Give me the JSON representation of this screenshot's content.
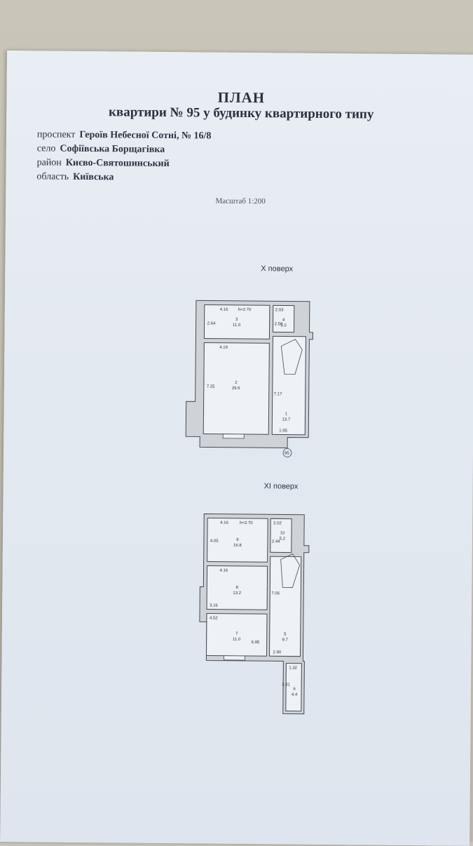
{
  "title": "ПЛАН",
  "subtitle": "квартири № 95 у будинку квартирного типу",
  "address": [
    {
      "label": "проспект",
      "value": "Героїв Небесної Сотні,  № 16/8"
    },
    {
      "label": "село",
      "value": "Софіївська Борщагівка"
    },
    {
      "label": "район",
      "value": "Києво-Святошинський"
    },
    {
      "label": "область",
      "value": "Київська"
    }
  ],
  "scale": "Масштаб 1:200",
  "floor_x": {
    "label": "X  поверх",
    "dims": [
      "4.16",
      "h=2.70",
      "2.03",
      "2.64",
      "2.50",
      "4.19",
      "7.25",
      "7.17",
      "1.95",
      "95"
    ],
    "rooms": [
      {
        "no": "3",
        "area": "11.0"
      },
      {
        "no": "4",
        "area": "5.0"
      },
      {
        "no": "2",
        "area": "29.6"
      },
      {
        "no": "1",
        "area": "13.7"
      }
    ]
  },
  "floor_xi": {
    "label": "XI  поверх",
    "dims": [
      "4.16",
      "h=2.70",
      "2.02",
      "4.05",
      "2.44",
      "4.16",
      "7.06",
      "3.16",
      "4.52",
      "6.95",
      "2.90",
      "1.32",
      "3.31"
    ],
    "rooms": [
      {
        "no": "9",
        "area": "16.8"
      },
      {
        "no": "10",
        "area": "5.2"
      },
      {
        "no": "8",
        "area": "13.2"
      },
      {
        "no": "7",
        "area": "11.0"
      },
      {
        "no": "5",
        "area": "9.7"
      },
      {
        "no": "6",
        "area": "4.4"
      }
    ]
  }
}
